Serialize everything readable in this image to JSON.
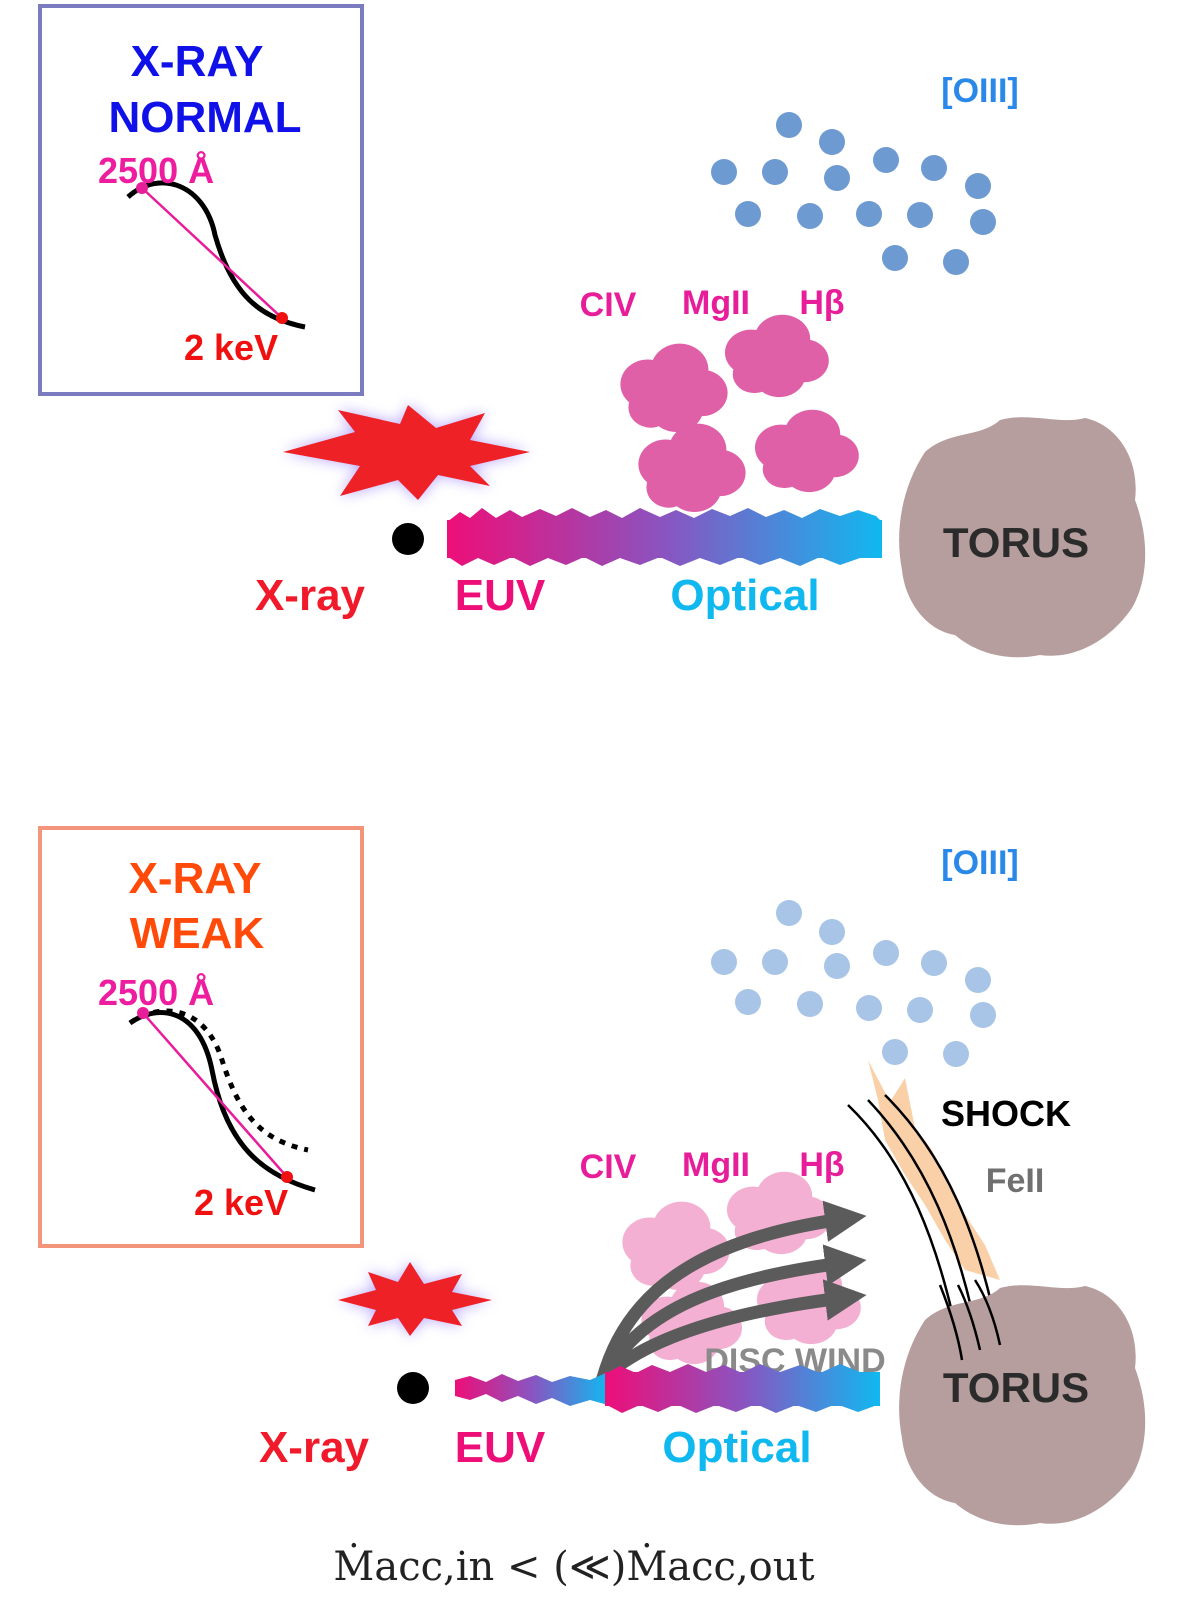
{
  "colors": {
    "normal_box": "#7b7bbf",
    "weak_box": "#f2957a",
    "normal_title": "#1010e8",
    "weak_title": "#ff4a0a",
    "uv_label": "#ee1c9e",
    "kev_label": "#f01010",
    "xray_label": "#f01a2a",
    "euv_label": "#ee0e78",
    "optical_label": "#10b8f0",
    "oiii_label": "#2a88e8",
    "line_label": "#e81d9a",
    "blr_normal": "#e060a8",
    "blr_weak": "#f3b0d2",
    "nlr_normal": "#6d9ad0",
    "nlr_weak": "#a8c4e6",
    "torus": "#b59e9d",
    "star": "#ee2127",
    "shock_fill": "#f9c89a",
    "arrow": "#5b5b5b",
    "disc_wind": "#8a8a8a",
    "feii": "#707070"
  },
  "top": {
    "box_title_line1": "X-RAY",
    "box_title_line2": "NORMAL",
    "uv_point": "2500 Å",
    "xray_point": "2 keV",
    "oiii": "[OIII]",
    "line_civ": "CIV",
    "line_mgii": "MgII",
    "line_hbeta": "Hβ",
    "torus": "TORUS",
    "label_xray": "X-ray",
    "label_euv": "EUV",
    "label_optical": "Optical"
  },
  "bottom": {
    "box_title_line1": "X-RAY",
    "box_title_line2": "WEAK",
    "uv_point": "2500 Å",
    "xray_point": "2 keV",
    "oiii": "[OIII]",
    "line_civ": "CIV",
    "line_mgii": "MgII",
    "line_hbeta": "Hβ",
    "shock": "SHOCK",
    "feii": "FeII",
    "disc_wind": "DISC WIND",
    "torus": "TORUS",
    "label_xray": "X-ray",
    "label_euv": "EUV",
    "label_optical": "Optical",
    "equation": "Ṁacc,in < (≪)Ṁacc,out"
  }
}
